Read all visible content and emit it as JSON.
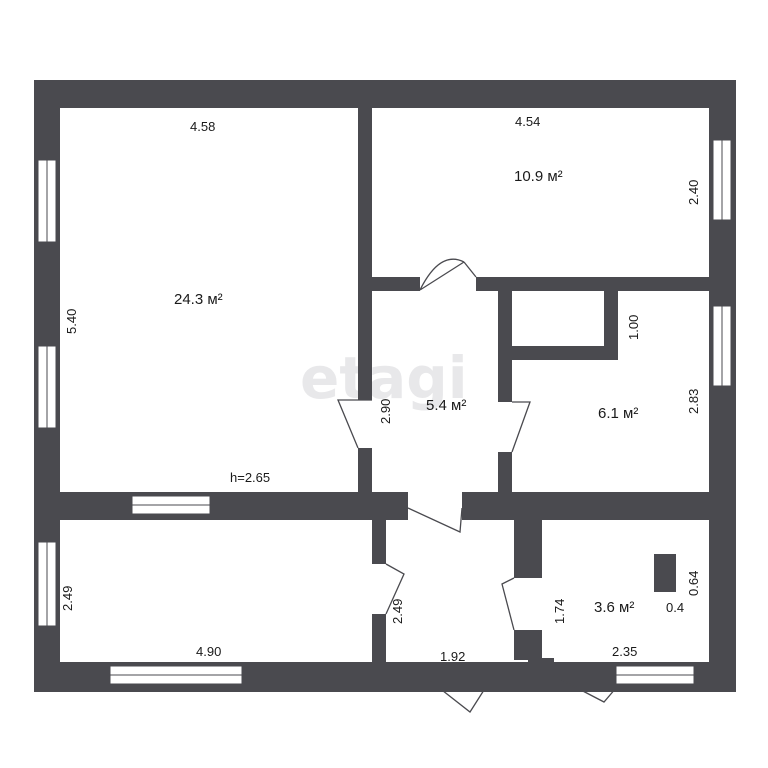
{
  "watermark": "etagi",
  "rooms": {
    "living": {
      "area": "24.3 м²",
      "width": "4.58",
      "depth": "5.40",
      "height": "h=2.65"
    },
    "bedroom": {
      "area": "10.9 м²",
      "width": "4.54",
      "depth": "2.40"
    },
    "hall": {
      "area": "5.4 м²",
      "depth": "2.90"
    },
    "kitchen": {
      "area": "6.1 м²",
      "depth": "2.83",
      "niche": "1.00"
    },
    "bath": {
      "area": "3.6 м²",
      "depth": "1.74",
      "width": "2.35",
      "box_w": "0.4",
      "box_h": "0.64"
    },
    "lower_room": {
      "width": "4.90",
      "depth": "2.49"
    },
    "corridor": {
      "width": "1.92",
      "depth": "2.49"
    }
  }
}
